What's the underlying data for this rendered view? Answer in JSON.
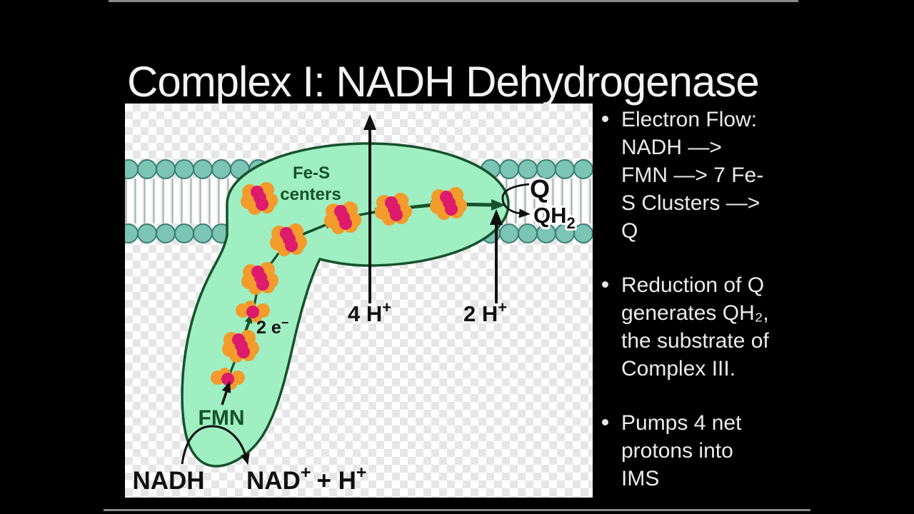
{
  "title": "Complex I: NADH Dehydrogenase",
  "bullets": {
    "b1": {
      "l1": "Electron Flow:",
      "l2": "NADH —>",
      "l3": "FMN —> 7 Fe-",
      "l4": "S Clusters —>",
      "l5": "Q"
    },
    "b2": {
      "l1": "Reduction of Q",
      "l2": "generates QH₂,",
      "l3": "the substrate of",
      "l4": "Complex III."
    },
    "b3": {
      "l1": "Pumps 4 net",
      "l2": "protons into",
      "l3": "IMS"
    }
  },
  "diagram": {
    "fes_line1": "Fe-S",
    "fes_line2": "centers",
    "fmn": "FMN",
    "nadh": "NADH",
    "nad": "NAD",
    "nad_sup": "+",
    "plus_h": "+ H",
    "plus_h_sup": "+",
    "two_e": "2 e",
    "two_e_sup": "−",
    "four_h": "4 H",
    "four_h_sup": "+",
    "two_h": "2 H",
    "two_h_sup": "+",
    "q": "Q",
    "qh2": "QH",
    "qh2_sub": "2"
  },
  "colors": {
    "slide_bg": "#000000",
    "title_text": "#f2f2f2",
    "bullet_text": "#ebebeb",
    "complex_fill": "#9fefc2",
    "complex_outline": "#15522b",
    "cluster_orange": "#f39b2b",
    "cluster_magenta": "#dd1a6b",
    "lipid_head": "#7cc4b4",
    "lipid_head_outline": "#3a7f74",
    "label_green": "#15522b",
    "label_black": "#101010"
  }
}
